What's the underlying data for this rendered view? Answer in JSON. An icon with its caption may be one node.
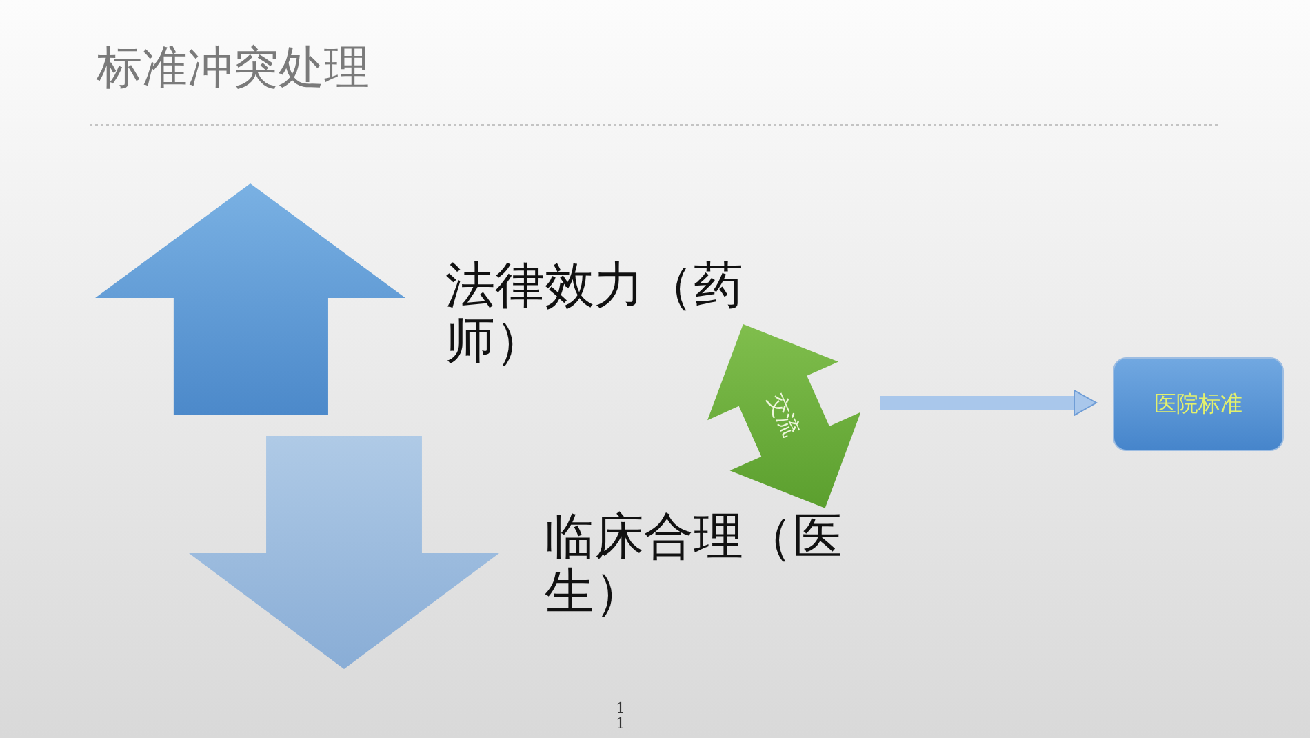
{
  "diagram": {
    "title": "标准冲突处理",
    "nodes": [
      {
        "text": [],
        "shape": "arrow"
      },
      {
        "text": [],
        "shape": "arrow"
      },
      {
        "text": [
          "交流"
        ]
      },
      {
        "text": [
          "医院标准"
        ]
      }
    ],
    "edges": [
      {
        "from": 2,
        "to": 3,
        "arrow": "to"
      }
    ],
    "labels": [
      "法律效力（药师）",
      "临床合理（医生）",
      "11"
    ]
  }
}
